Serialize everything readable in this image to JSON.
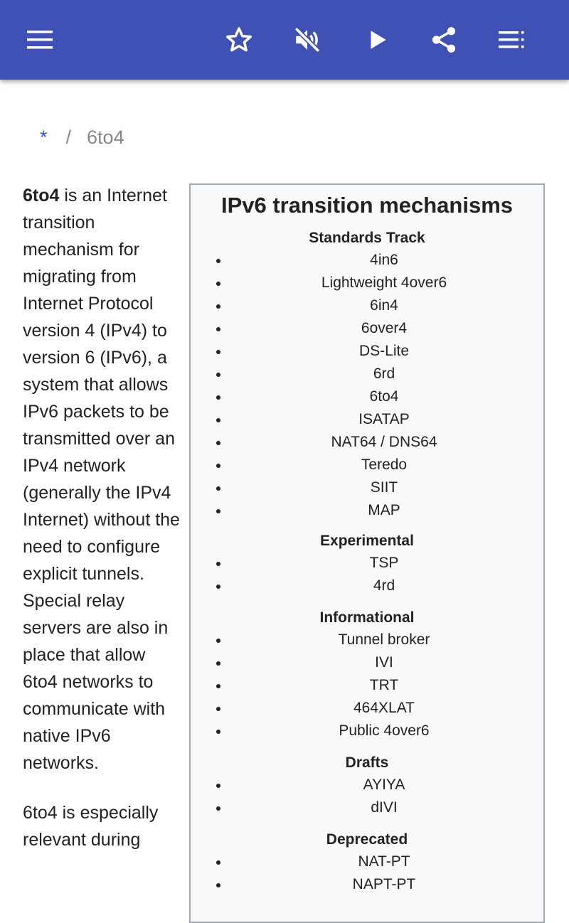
{
  "toolbar": {
    "menu_icon": "hamburger-menu-icon",
    "bookmark_icon": "star-outline-icon",
    "mute_icon": "volume-off-icon",
    "play_icon": "play-icon",
    "share_icon": "share-icon",
    "contents_icon": "playlist-icon",
    "background_color": "#3f51b5"
  },
  "breadcrumb": {
    "home": "*",
    "separator": "/",
    "current": "6to4"
  },
  "article": {
    "bold_term": "6to4",
    "p1_rest": " is an Internet transition mechanism for migrating from Internet Protocol version 4 (IPv4) to version 6 (IPv6), a system that allows IPv6 packets to be transmitted over an IPv4 network (generally the IPv4 Internet) without the need to configure explicit tunnels. Special relay servers are also in place that allow 6to4 networks to communicate with native IPv6 networks.",
    "p2": "6to4 is especially relevant during"
  },
  "infobox": {
    "title": "IPv6 transition mechanisms",
    "sections": [
      {
        "heading": "Standards Track",
        "items": [
          "4in6",
          "Lightweight 4over6",
          "6in4",
          "6over4",
          "DS-Lite",
          "6rd",
          "6to4",
          "ISATAP",
          "NAT64 / DNS64",
          "Teredo",
          "SIIT",
          "MAP"
        ]
      },
      {
        "heading": "Experimental",
        "items": [
          "TSP",
          "4rd"
        ]
      },
      {
        "heading": "Informational",
        "items": [
          "Tunnel broker",
          "IVI",
          "TRT",
          "464XLAT",
          "Public 4over6"
        ]
      },
      {
        "heading": "Drafts",
        "items": [
          "AYIYA",
          "dIVI"
        ]
      },
      {
        "heading": "Deprecated",
        "items": [
          "NAT-PT",
          "NAPT-PT"
        ]
      }
    ]
  }
}
